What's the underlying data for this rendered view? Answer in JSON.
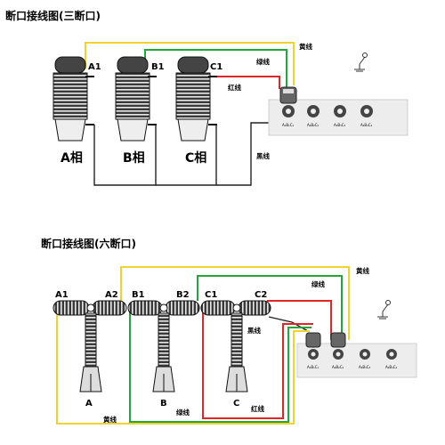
{
  "diagram1": {
    "title": "断口接线图(三断口)",
    "terminals": [
      "A1",
      "B1",
      "C1"
    ],
    "phases": [
      "A相",
      "B相",
      "C相"
    ],
    "wires": {
      "yellow": "黄线",
      "green": "绿线",
      "red": "红线",
      "black": "黑线"
    },
    "ports": [
      "A₁B₁C₁",
      "A₂B₂C₂",
      "A₃B₃C₃",
      "A₄B₄C₄"
    ]
  },
  "diagram2": {
    "title": "断口接线图(六断口)",
    "terminals": [
      "A1",
      "A2",
      "B1",
      "B2",
      "C1",
      "C2"
    ],
    "phases": [
      "A",
      "B",
      "C"
    ],
    "wires": {
      "yellow_top": "黄线",
      "green_top": "绿线",
      "black": "黑线",
      "yellow_bottom": "黄线",
      "green_bottom": "绿线",
      "red_bottom": "红线"
    },
    "ports": [
      "A₁B₁C₁",
      "A₂B₂C₂",
      "A₃B₃C₃",
      "A₄B₄C₄"
    ]
  },
  "colors": {
    "yellow": "#f2d230",
    "green": "#22a83a",
    "red": "#e0262a",
    "black": "#222222"
  }
}
